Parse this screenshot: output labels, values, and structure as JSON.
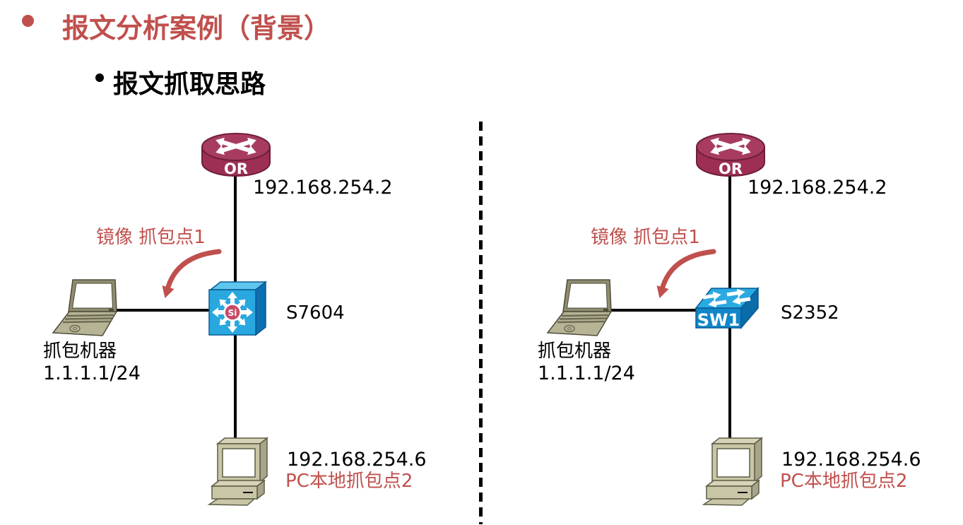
{
  "page": {
    "title": "报文分析案例（背景）",
    "subtitle": "报文抓取思路"
  },
  "colors": {
    "accent_red": "#C0504D",
    "router_maroon": "#9E2F54",
    "switch_blue": "#29A8DF",
    "switch_front_blue": "#1186C9",
    "device_beige": "#C9C6A8",
    "laptop_olive": "#B7B496",
    "link_black": "#000000"
  },
  "icons": {
    "router": "router-icon",
    "multilayer_switch": "multilayer-switch-icon",
    "workgroup_switch": "workgroup-switch-icon",
    "laptop": "laptop-icon",
    "desktop_pc": "desktop-pc-icon",
    "mirror_arrow": "curved-arrow-icon",
    "divider": "dashed-divider-line"
  },
  "diagrams": [
    {
      "side": "left",
      "router": {
        "label": "OR",
        "ip": "192.168.254.2"
      },
      "mirror_label": "镜像 抓包点1",
      "capture_host": {
        "name": "抓包机器",
        "ip": "1.1.1.1/24"
      },
      "switch": {
        "model": "S7604",
        "badge": "Si",
        "kind": "multilayer-switch"
      },
      "pc": {
        "ip": "192.168.254.6",
        "note": "PC本地抓包点2"
      }
    },
    {
      "side": "right",
      "router": {
        "label": "OR",
        "ip": "192.168.254.2"
      },
      "mirror_label": "镜像 抓包点1",
      "capture_host": {
        "name": "抓包机器",
        "ip": "1.1.1.1/24"
      },
      "switch": {
        "model": "S2352",
        "badge": "SW1",
        "kind": "workgroup-switch"
      },
      "pc": {
        "ip": "192.168.254.6",
        "note": "PC本地抓包点2"
      }
    }
  ]
}
